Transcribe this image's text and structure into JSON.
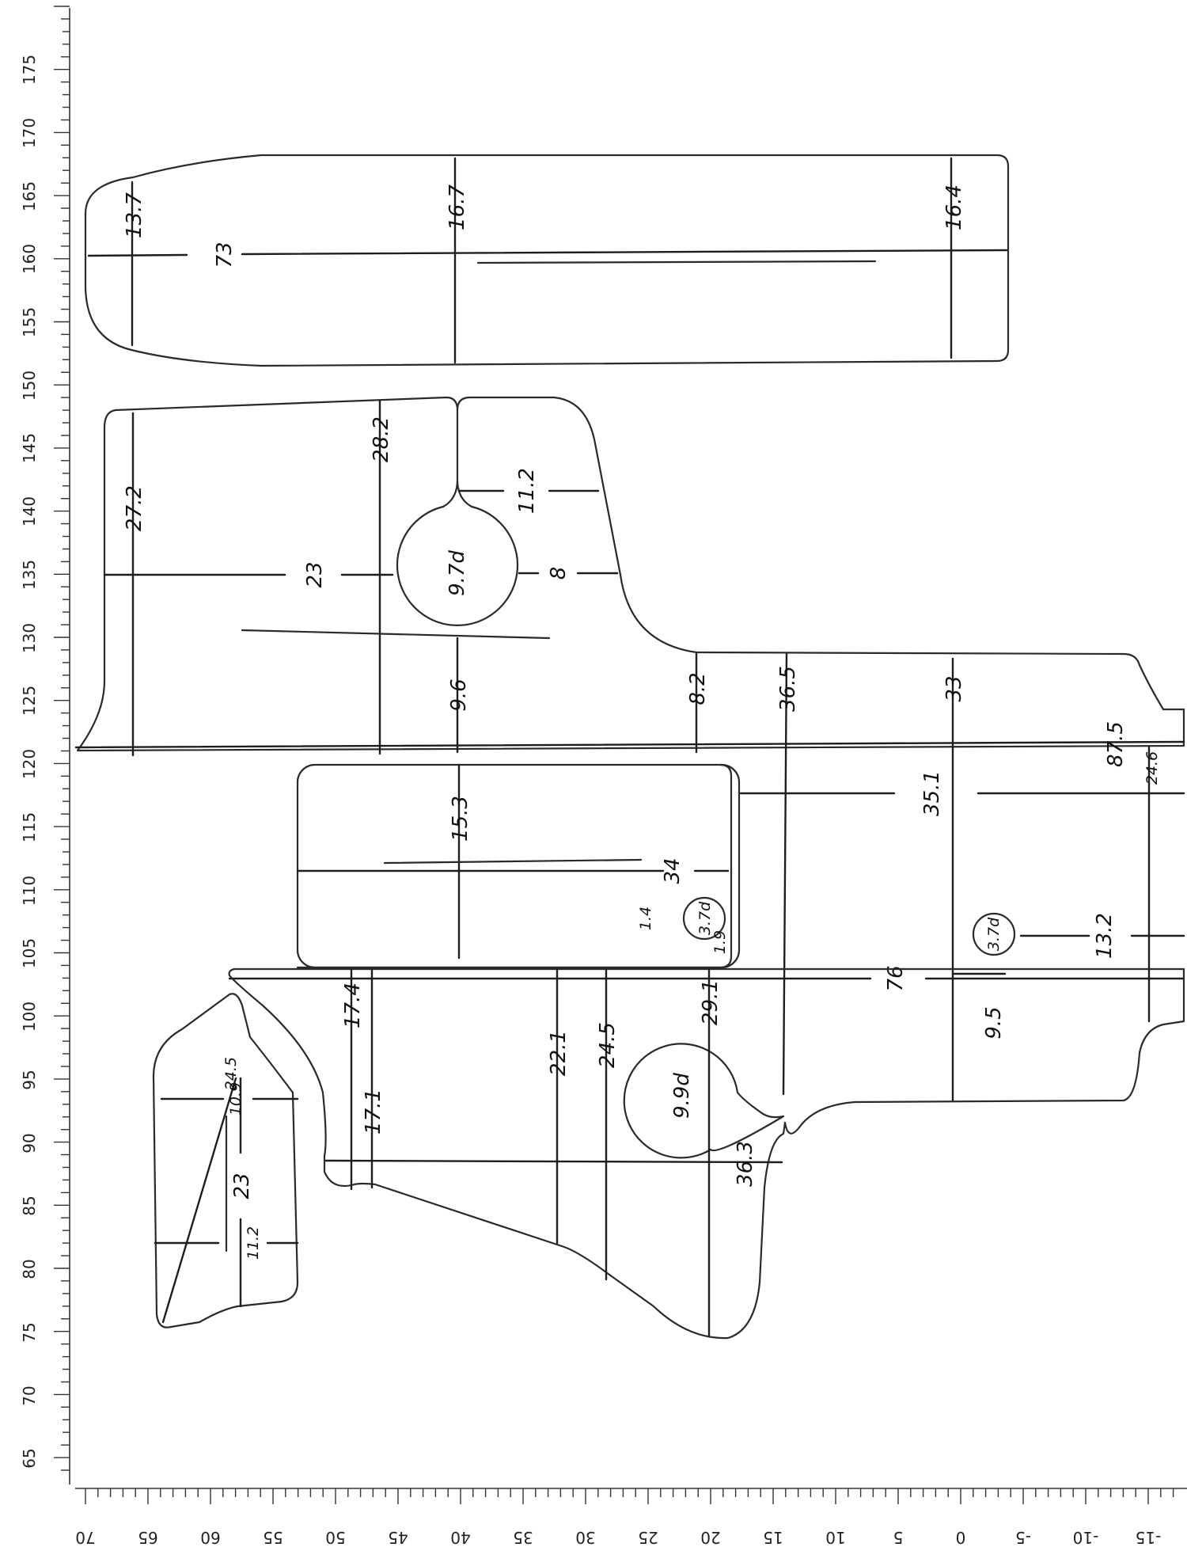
{
  "ruler": {
    "left_labels": [
      "175",
      "170",
      "165",
      "160",
      "155",
      "150",
      "145",
      "140",
      "135",
      "130",
      "125",
      "120",
      "115",
      "110",
      "105",
      "100",
      "95",
      "90",
      "85",
      "80",
      "75",
      "70",
      "65"
    ],
    "bottom_labels": [
      "70",
      "65",
      "60",
      "55",
      "50",
      "45",
      "40",
      "35",
      "30",
      "25",
      "20",
      "15",
      "10",
      "5",
      "0",
      "-5",
      "-10",
      "-15"
    ]
  },
  "notes": {
    "piece1": {
      "d137": "13.7",
      "d73": "73",
      "d167": "16.7",
      "d164": "16.4"
    },
    "piece2": {
      "d272": "27.2",
      "d282": "28.2",
      "d23": "23",
      "d112": "11.2",
      "d97": "9.7d",
      "d8": "8",
      "d96": "9.6",
      "d82": "8.2",
      "d365": "36.5",
      "d33": "33",
      "d875": "87.5"
    },
    "piece3": {
      "d153": "15.3",
      "d34": "34",
      "d14": "1.4",
      "d37": "3.7d",
      "d19": "1.9"
    },
    "piece4": {
      "d351": "35.1",
      "d246": "24.6",
      "d37b": "3.7d",
      "d132": "13.2",
      "d76": "76",
      "d95": "9.5"
    },
    "piece5": {
      "d174": "17.4",
      "d171": "17.1",
      "d221": "22.1",
      "d245": "24.5",
      "d291": "29.1",
      "d99": "9.9d",
      "d363": "36.3"
    },
    "piece6": {
      "d245b": "24.5",
      "d109": "10.9",
      "d23b": "23",
      "d112b": "11.2"
    }
  }
}
